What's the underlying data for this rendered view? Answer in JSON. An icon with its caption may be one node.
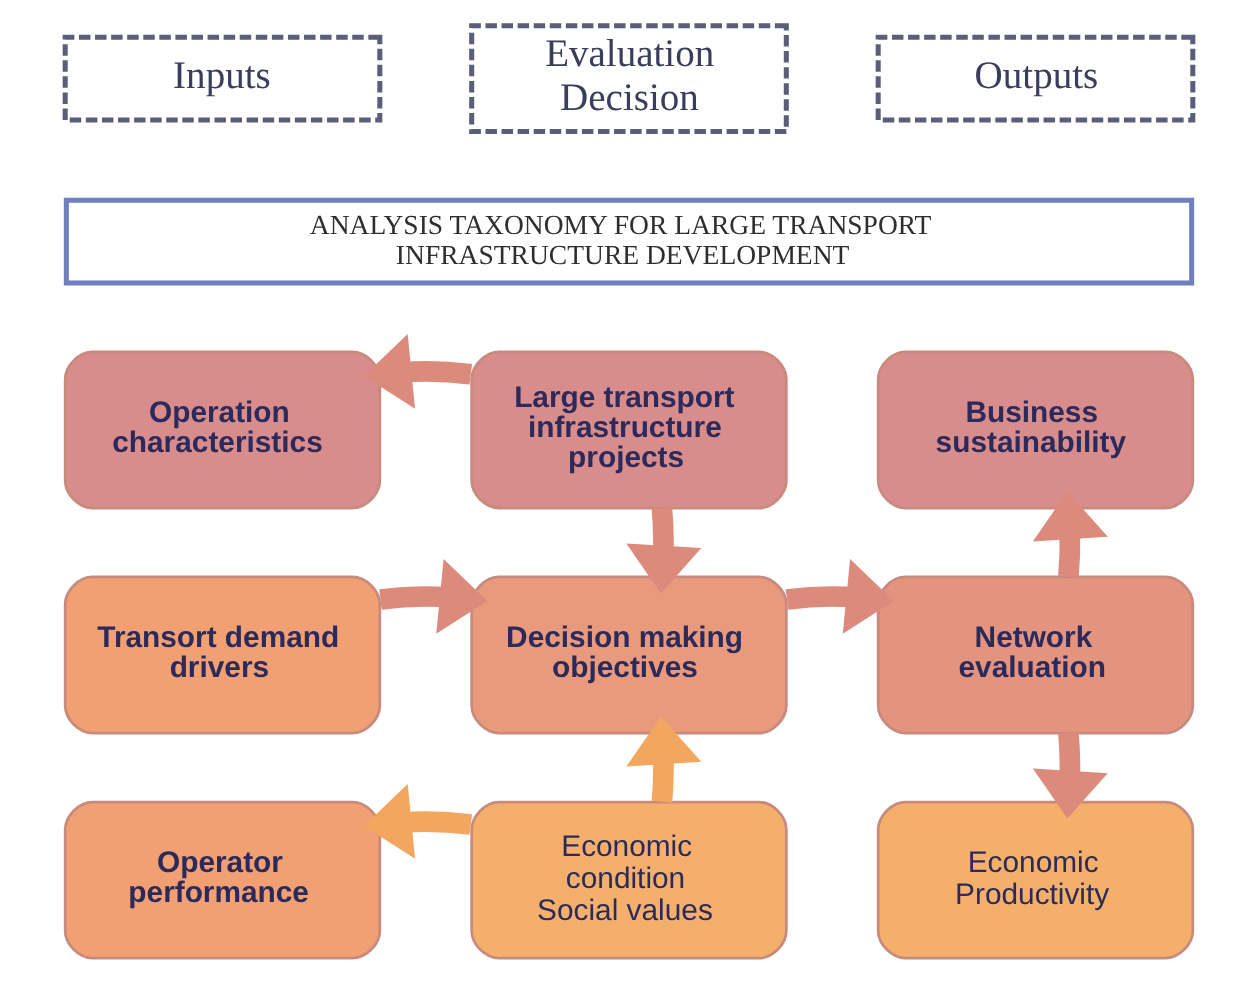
{
  "diagram": {
    "nodes": [
      {
        "text": [
          "Inputs"
        ]
      },
      {
        "text": [
          "Evaluation Decision"
        ]
      },
      {
        "text": [
          "Outputs"
        ]
      },
      {
        "text": [
          "ANALYSIS TAXONOMY FOR LARGE TRANSPORT INFRASTRUCTURE DEVELOPMENT"
        ]
      },
      {
        "text": [
          "Operation characteristics"
        ]
      },
      {
        "text": [
          "Large transport infrastructure projects"
        ]
      },
      {
        "text": [
          "Business sustainability"
        ]
      },
      {
        "text": [
          "Transort demand drivers"
        ]
      },
      {
        "text": [
          "Decision making objectives"
        ]
      },
      {
        "text": [
          "Network evaluation"
        ]
      },
      {
        "text": [
          "Operator performance"
        ]
      },
      {
        "text": [
          "Economic condition",
          "Social values"
        ]
      },
      {
        "text": [
          "Economic Productivity"
        ]
      }
    ],
    "edges": [
      {
        "from": 5,
        "to": 4,
        "arrow": "to"
      },
      {
        "from": 5,
        "to": 8,
        "arrow": "to"
      },
      {
        "from": 7,
        "to": 8,
        "arrow": "to"
      },
      {
        "from": 11,
        "to": 8,
        "arrow": "to",
        "color": "#f2a65e"
      },
      {
        "from": 11,
        "to": 10,
        "arrow": "to",
        "color": "#f2a65e"
      },
      {
        "from": 8,
        "to": 9,
        "arrow": "to"
      },
      {
        "from": 9,
        "to": 6,
        "arrow": "to"
      },
      {
        "from": 9,
        "to": 12,
        "arrow": "to"
      }
    ]
  }
}
